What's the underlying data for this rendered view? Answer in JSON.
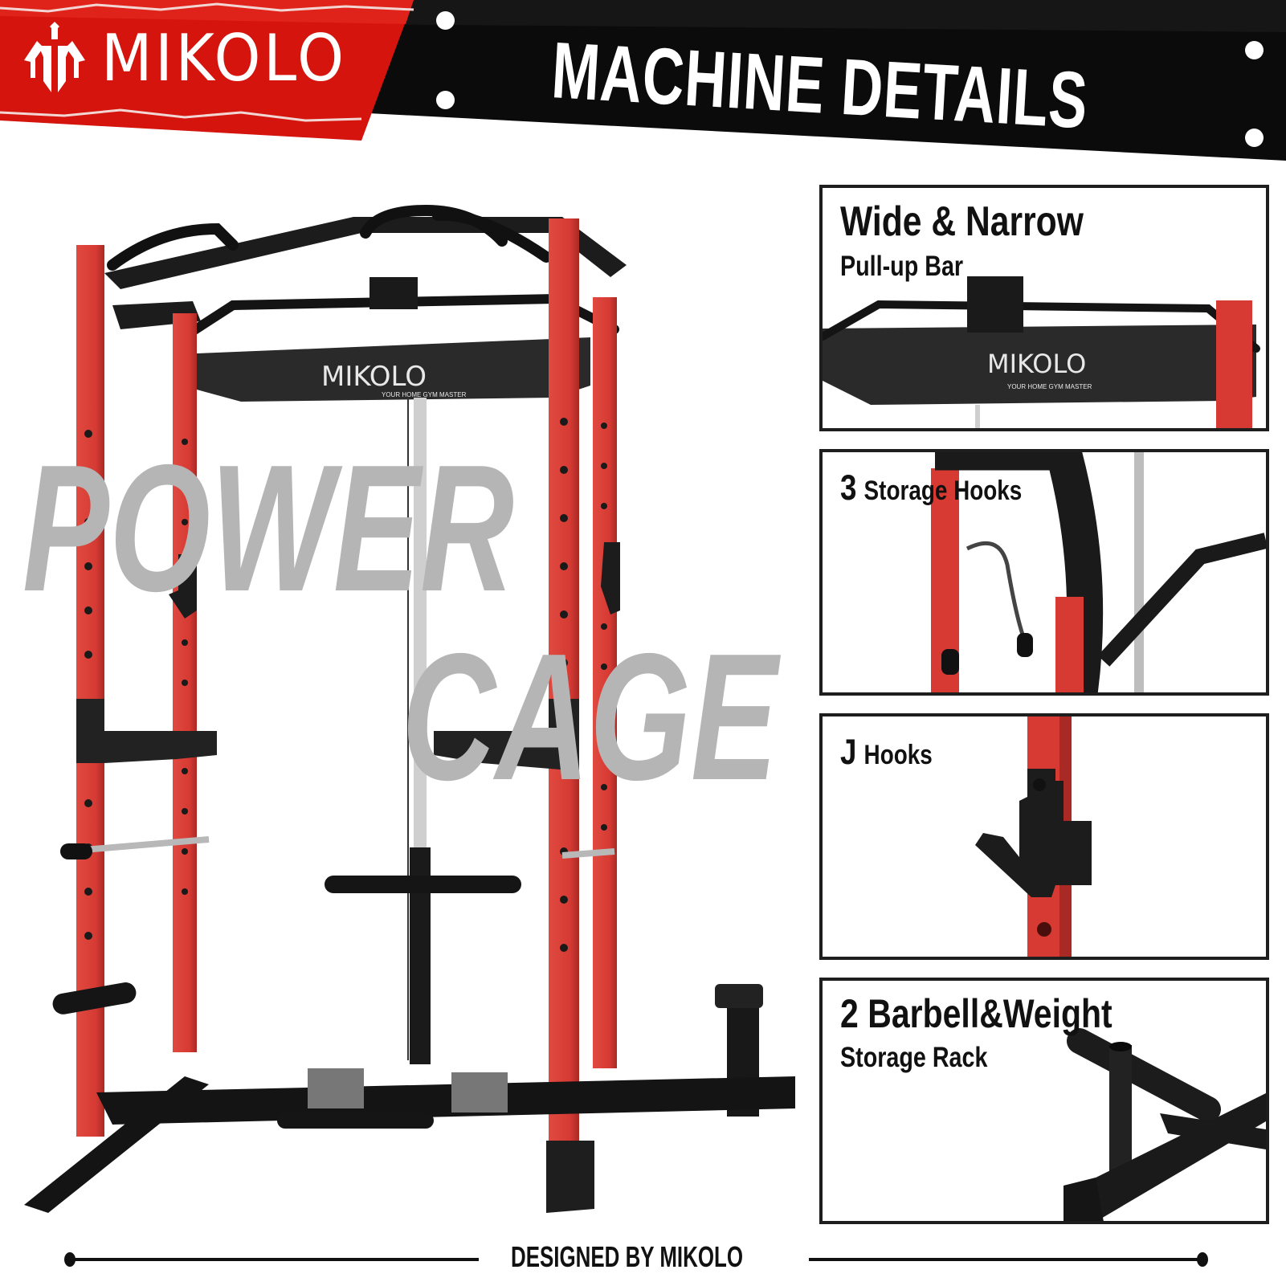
{
  "header": {
    "brand_name": "MIKOLO",
    "title": "MACHINE DETAILS",
    "colors": {
      "red_banner": "#d4140d",
      "black_banner": "#0a0a0a",
      "text": "#ffffff"
    }
  },
  "product": {
    "watermark_line1": "POWER",
    "watermark_line2": "CAGE",
    "crossbar_brand": "MIKOLO",
    "crossbar_tagline": "YOUR HOME GYM MASTER",
    "colors": {
      "frame_red": "#d63a33",
      "frame_black": "#1c1c1c",
      "watermark": "#b5b5b5"
    }
  },
  "panels": [
    {
      "title": "Wide & Narrow",
      "subtitle": "Pull-up Bar",
      "brand": "MIKOLO",
      "tagline": "YOUR HOME GYM MASTER"
    },
    {
      "number": "3",
      "title": "Storage Hooks"
    },
    {
      "number": "J",
      "title": "Hooks"
    },
    {
      "number": "2",
      "title": "Barbell&Weight",
      "subtitle": "Storage Rack"
    }
  ],
  "footer": {
    "text": "DESIGNED BY MIKOLO"
  }
}
